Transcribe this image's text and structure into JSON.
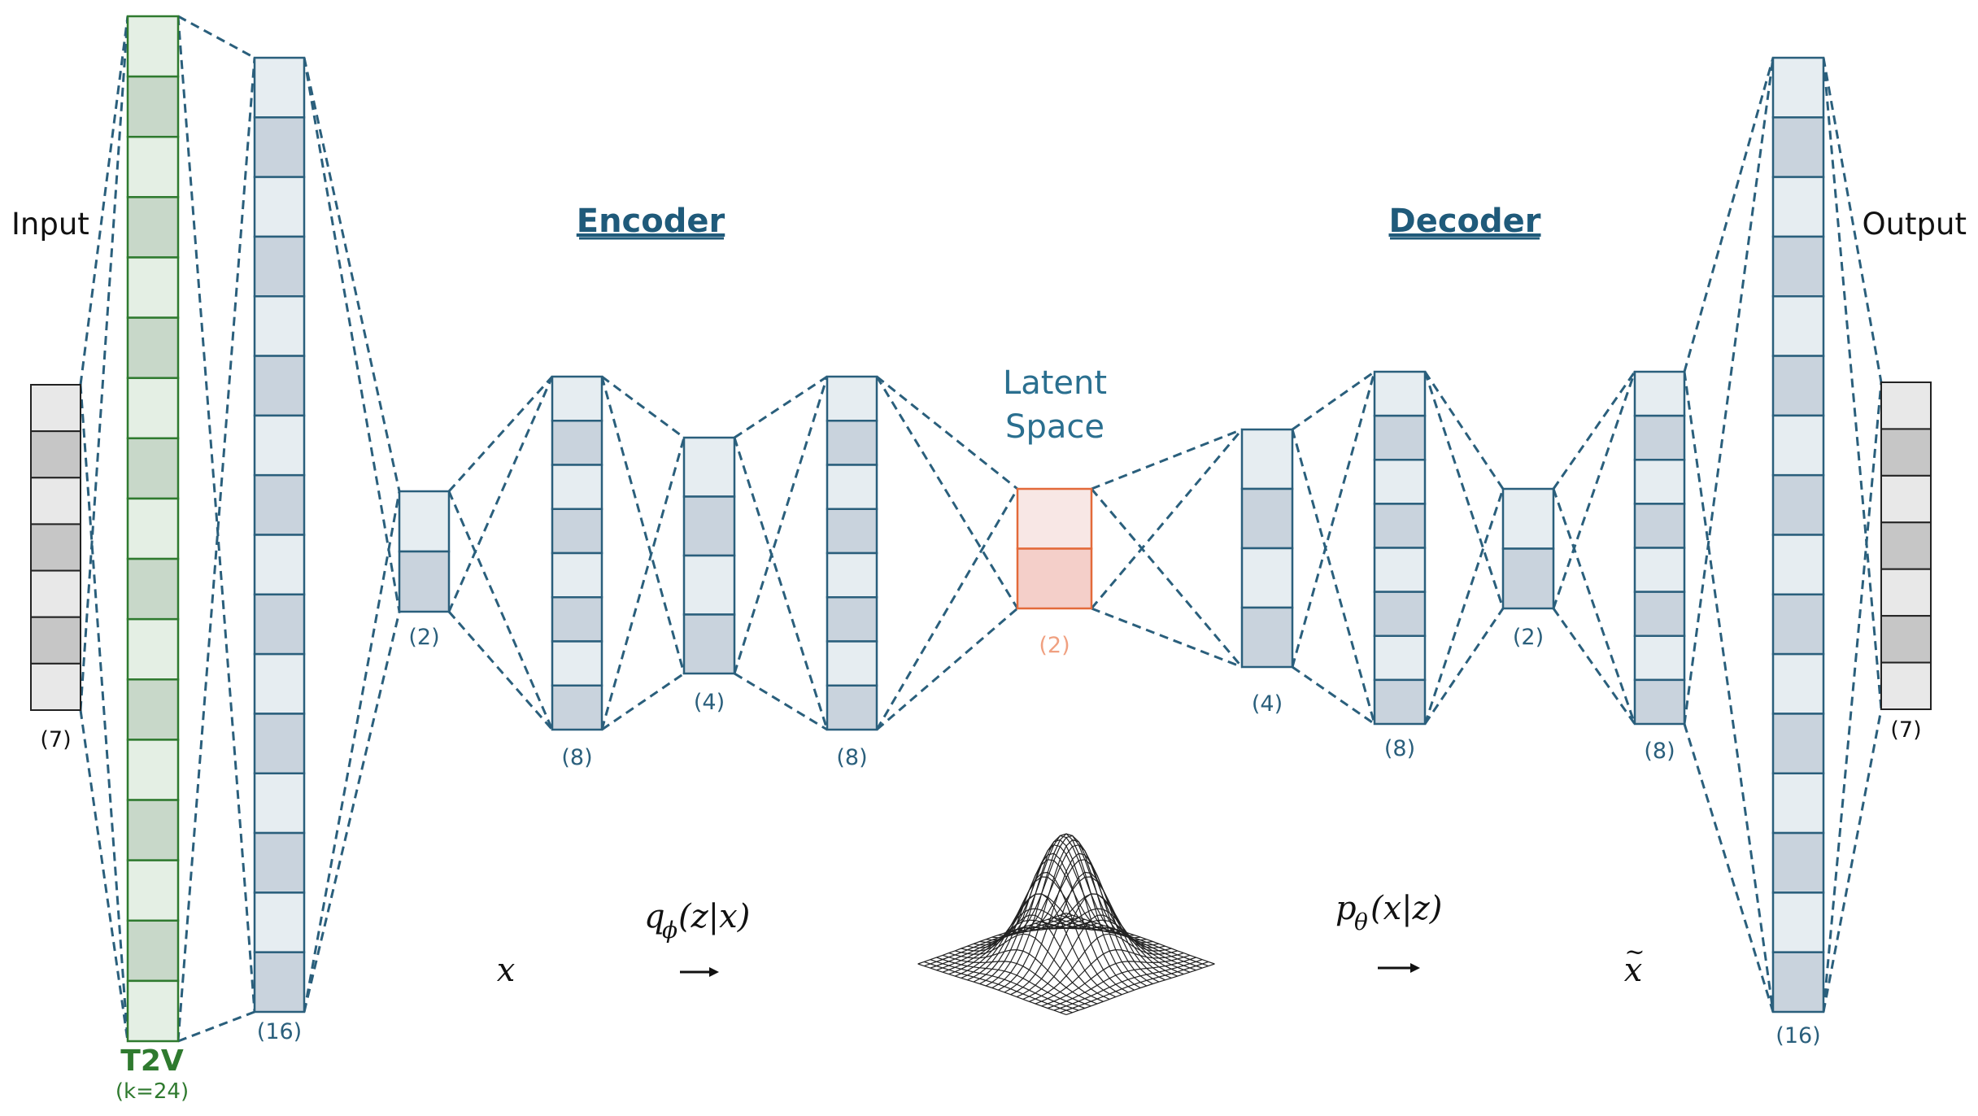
{
  "labels": {
    "input": "Input",
    "output": "Output",
    "encoder": "Encoder",
    "decoder": "Decoder",
    "latent_line1": "Latent",
    "latent_line2": "Space",
    "t2v": "T2V",
    "t2v_k": "(k=24)"
  },
  "math": {
    "x": "x",
    "x_tilde": "x",
    "tilde": "~",
    "q": "q",
    "q_sub": "ϕ",
    "q_arg": "(z|x)",
    "p": "p",
    "p_sub": "θ",
    "p_arg": "(x|z)"
  },
  "layers": [
    {
      "id": "input",
      "cells": 7,
      "size_label": "(7)",
      "style": "gray"
    },
    {
      "id": "t2v",
      "cells": 17,
      "size_label": "",
      "style": "green"
    },
    {
      "id": "enc16",
      "cells": 16,
      "size_label": "(16)",
      "style": "blue"
    },
    {
      "id": "enc2",
      "cells": 2,
      "size_label": "(2)",
      "style": "blue"
    },
    {
      "id": "enc8a",
      "cells": 8,
      "size_label": "(8)",
      "style": "blue"
    },
    {
      "id": "enc4",
      "cells": 4,
      "size_label": "(4)",
      "style": "blue"
    },
    {
      "id": "enc8b",
      "cells": 8,
      "size_label": "(8)",
      "style": "blue"
    },
    {
      "id": "latent",
      "cells": 2,
      "size_label": "(2)",
      "style": "orange"
    },
    {
      "id": "dec4",
      "cells": 4,
      "size_label": "(4)",
      "style": "blue"
    },
    {
      "id": "dec8a",
      "cells": 8,
      "size_label": "(8)",
      "style": "blue"
    },
    {
      "id": "dec2",
      "cells": 2,
      "size_label": "(2)",
      "style": "blue"
    },
    {
      "id": "dec8b",
      "cells": 8,
      "size_label": "(8)",
      "style": "blue"
    },
    {
      "id": "dec16",
      "cells": 16,
      "size_label": "(16)",
      "style": "blue"
    },
    {
      "id": "output",
      "cells": 7,
      "size_label": "(7)",
      "style": "gray"
    }
  ],
  "colors": {
    "blue_stroke": "#2a5f7c",
    "blue_light": "#e6edf1",
    "blue_dark": "#c9d3dd",
    "green_stroke": "#2f7a2f",
    "green_light": "#e4efe4",
    "green_dark": "#c8d8c9",
    "orange_stroke": "#e36a3a",
    "orange_light": "#f8e7e5",
    "orange_dark": "#f4cfc9",
    "gray_light": "#e8e8e8",
    "gray_dark": "#c6c6c6",
    "title_blue": "#1f5a7a",
    "latent_label": "#2a6f8f",
    "size_label": "#2a5f7c",
    "orange_label": "#f0a080"
  }
}
